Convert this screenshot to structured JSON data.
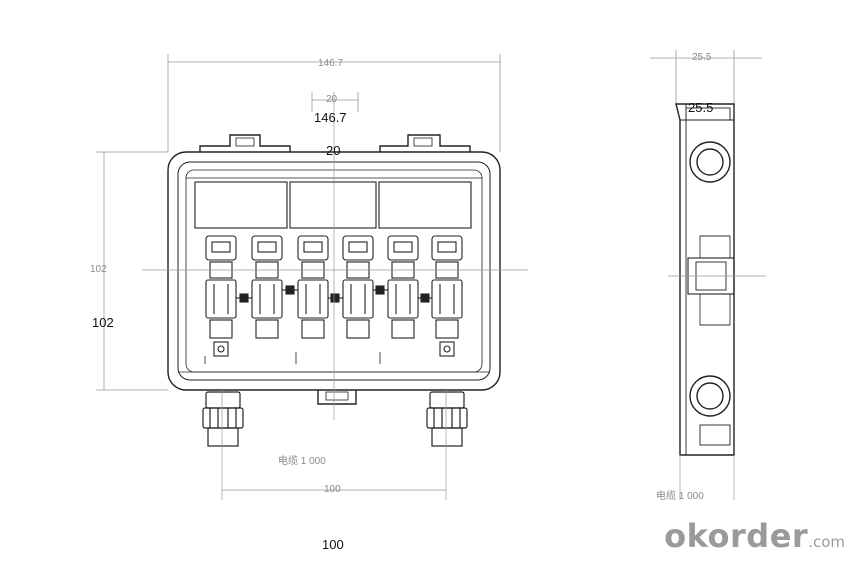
{
  "labels": {
    "top_width_faint": "146.7",
    "top_width": "146.7",
    "pitch_faint": "20",
    "pitch": "20",
    "height_faint": "102",
    "height": "102",
    "cable_note_left": "电缆 1 000",
    "bottom_width_faint": "100",
    "bottom_width": "100",
    "side_width_faint": "25.5",
    "side_width": "25.5",
    "cable_note_right": "电缆 1 000"
  },
  "watermark": {
    "main": "okorder",
    "suffix": ".com"
  },
  "colors": {
    "line": "#222222",
    "dim": "#9a9a9a",
    "watermark": "#9a9a9a"
  }
}
